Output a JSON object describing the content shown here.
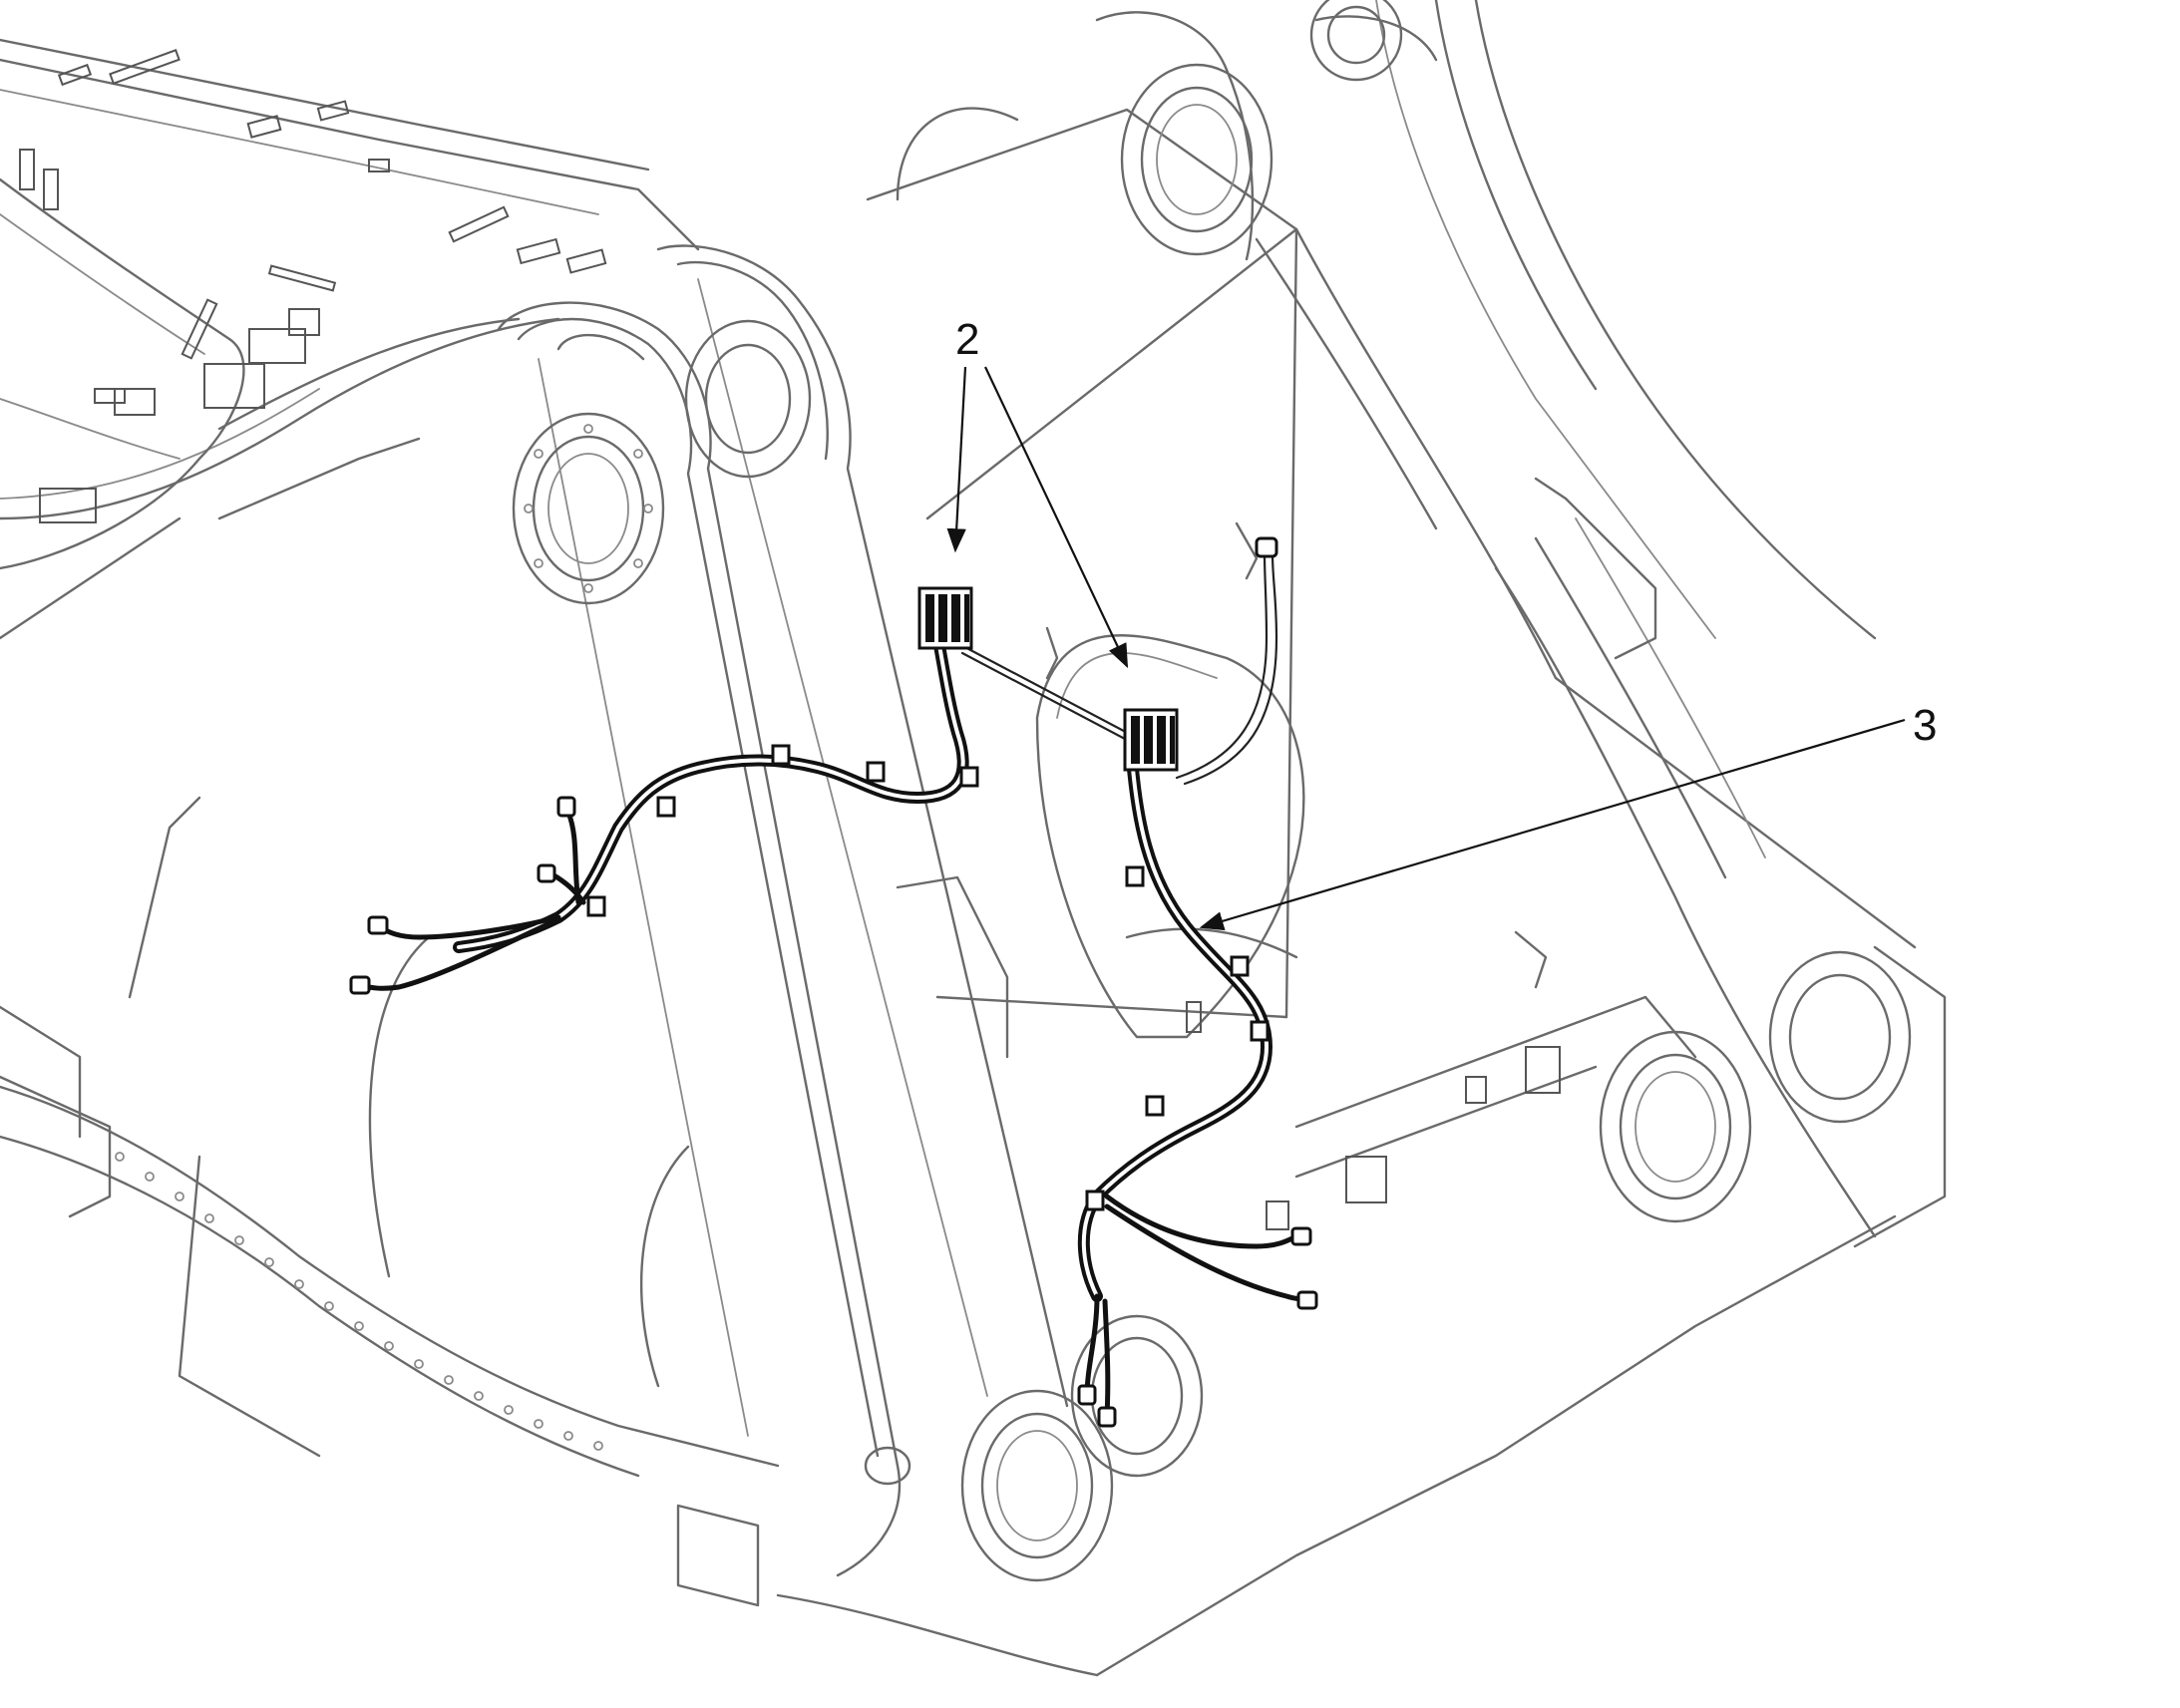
{
  "diagram": {
    "callouts": [
      {
        "id": "callout-2",
        "label": "2"
      },
      {
        "id": "callout-3",
        "label": "3"
      }
    ],
    "colors": {
      "frame_line": "#6a6a6a",
      "hose": "#111111",
      "leader": "#111111",
      "background": "#ffffff"
    }
  }
}
